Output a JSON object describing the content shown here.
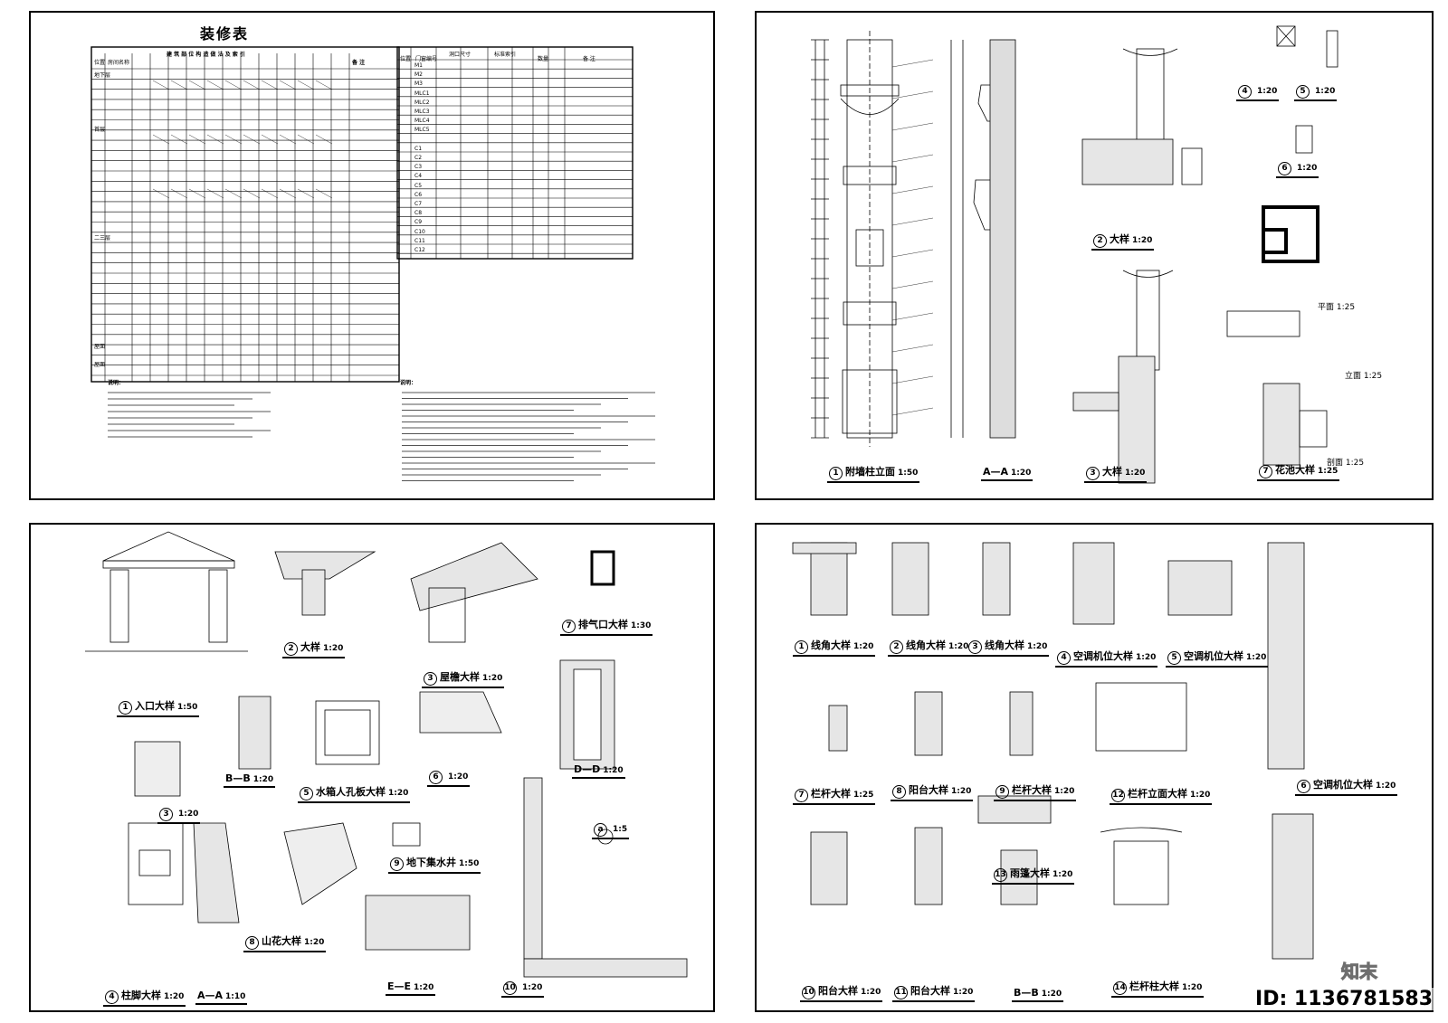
{
  "sheet1": {
    "title": "装修表",
    "left_table_header": "建 筑 部 位 构 造 做 法 及 索 引",
    "left_table_remark": "备 注",
    "left_table_col1": "位置",
    "left_table_col2": "房间名称",
    "left_table_rows": [
      "地下层",
      "",
      "",
      "首层",
      "",
      "",
      "",
      "",
      "",
      "二三层",
      "",
      "",
      "",
      "",
      "",
      "屋面",
      "屋面"
    ],
    "right_table_col1": "位置",
    "right_table_col2": "门窗编号",
    "right_table_col3": "洞口尺寸",
    "right_table_col4": "标准索引",
    "right_table_col5": "数量",
    "right_table_col6": "备 注",
    "right_table_codes": [
      "M1",
      "M2",
      "M3",
      "MLC1",
      "MLC2",
      "MLC3",
      "MLC4",
      "MLC5",
      "",
      "C1",
      "C2",
      "C3",
      "C4",
      "C5",
      "C6",
      "C7",
      "C8",
      "C9",
      "C10",
      "C11",
      "C12"
    ],
    "notes_left_title": "说明：",
    "notes_right_title": "说明："
  },
  "sheet2": {
    "captions": [
      {
        "num": "1",
        "text": "附墙柱立面",
        "scale": "1:50"
      },
      {
        "num": "",
        "text": "A—A",
        "scale": "1:20"
      },
      {
        "num": "3",
        "text": "大样",
        "scale": "1:20"
      },
      {
        "num": "2",
        "text": "大样",
        "scale": "1:20"
      },
      {
        "num": "4",
        "text": "",
        "scale": "1:20"
      },
      {
        "num": "5",
        "text": "",
        "scale": "1:20"
      },
      {
        "num": "6",
        "text": "",
        "scale": "1:20"
      },
      {
        "num": "7",
        "text": "花池大样",
        "scale": "1:25"
      }
    ],
    "labels": {
      "plan": "平面 1:25",
      "elev": "立面 1:25",
      "sect": "剖面 1:25"
    }
  },
  "sheet3": {
    "captions": [
      {
        "num": "1",
        "text": "入口大样",
        "scale": "1:50"
      },
      {
        "num": "2",
        "text": "大样",
        "scale": "1:20"
      },
      {
        "num": "3",
        "text": "屋檐大样",
        "scale": "1:20"
      },
      {
        "num": "7",
        "text": "排气口大样",
        "scale": "1:30"
      },
      {
        "num": "",
        "text": "B—B",
        "scale": "1:20"
      },
      {
        "num": "5",
        "text": "水箱人孔板大样",
        "scale": "1:20"
      },
      {
        "num": "6",
        "text": "",
        "scale": "1:20"
      },
      {
        "num": "",
        "text": "D—D",
        "scale": "1:20"
      },
      {
        "num": "3",
        "text": "",
        "scale": "1:20"
      },
      {
        "num": "9",
        "text": "地下集水井",
        "scale": "1:50"
      },
      {
        "num": "a",
        "text": "",
        "scale": "1:5"
      },
      {
        "num": "8",
        "text": "山花大样",
        "scale": "1:20"
      },
      {
        "num": "4",
        "text": "柱脚大样",
        "scale": "1:20"
      },
      {
        "num": "",
        "text": "A—A",
        "scale": "1:10"
      },
      {
        "num": "",
        "text": "E—E",
        "scale": "1:20"
      },
      {
        "num": "10",
        "text": "",
        "scale": "1:20"
      }
    ]
  },
  "sheet4": {
    "captions": [
      {
        "num": "1",
        "text": "线角大样",
        "scale": "1:20"
      },
      {
        "num": "2",
        "text": "线角大样",
        "scale": "1:20"
      },
      {
        "num": "3",
        "text": "线角大样",
        "scale": "1:20"
      },
      {
        "num": "4",
        "text": "空调机位大样",
        "scale": "1:20"
      },
      {
        "num": "5",
        "text": "空调机位大样",
        "scale": "1:20"
      },
      {
        "num": "7",
        "text": "栏杆大样",
        "scale": "1:25"
      },
      {
        "num": "8",
        "text": "阳台大样",
        "scale": "1:20"
      },
      {
        "num": "9",
        "text": "栏杆大样",
        "scale": "1:20"
      },
      {
        "num": "12",
        "text": "栏杆立面大样",
        "scale": "1:20"
      },
      {
        "num": "6",
        "text": "空调机位大样",
        "scale": "1:20"
      },
      {
        "num": "13",
        "text": "雨篷大样",
        "scale": "1:20"
      },
      {
        "num": "10",
        "text": "阳台大样",
        "scale": "1:20"
      },
      {
        "num": "11",
        "text": "阳台大样",
        "scale": "1:20"
      },
      {
        "num": "",
        "text": "B—B",
        "scale": "1:20"
      },
      {
        "num": "14",
        "text": "栏杆柱大样",
        "scale": "1:20"
      }
    ]
  },
  "watermark": {
    "id": "ID: 1136781583",
    "logo": "知末"
  }
}
